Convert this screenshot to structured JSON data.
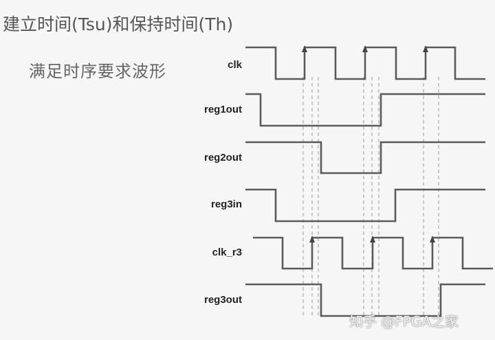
{
  "title": "建立时间(Tsu)和保持时间(Th)",
  "subtitle": "满足时序要求波形",
  "signals": [
    "clk",
    "reg1out",
    "reg2out",
    "reg3in",
    "clk_r3",
    "reg3out"
  ],
  "watermark": "知乎 @FPGA之家"
}
